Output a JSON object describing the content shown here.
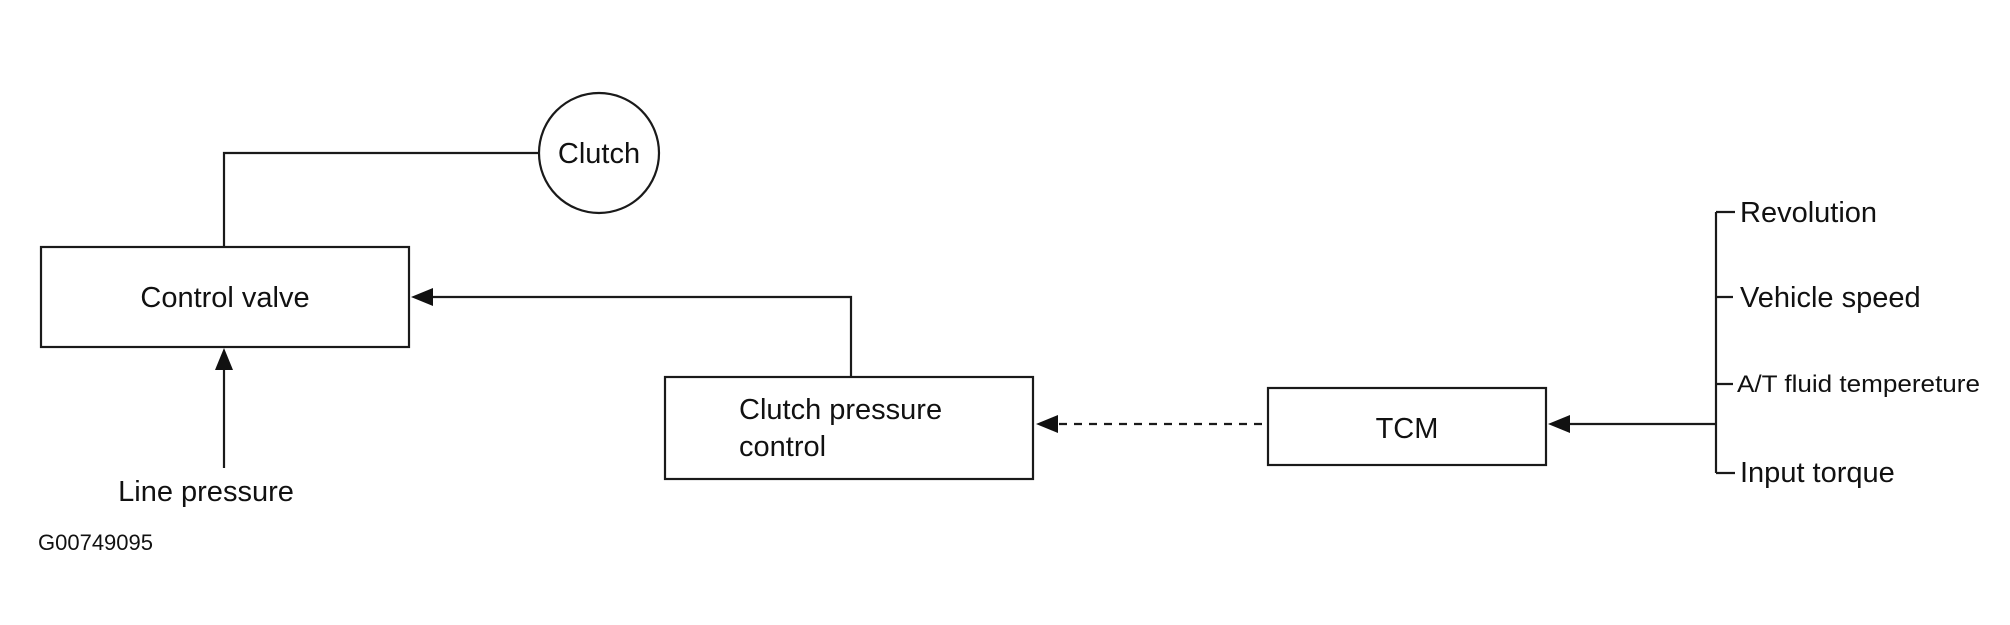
{
  "diagram": {
    "clutch": "Clutch",
    "control_valve": "Control valve",
    "line_pressure": "Line pressure",
    "clutch_pressure_control_line1": "Clutch pressure",
    "clutch_pressure_control_line2": "control",
    "tcm": "TCM",
    "inputs": [
      "Revolution",
      "Vehicle speed",
      "A/T fluid tempereture",
      "Input torque"
    ],
    "figure_id": "G00749095"
  },
  "colors": {
    "line": "#1a1a1a",
    "background": "#ffffff"
  }
}
